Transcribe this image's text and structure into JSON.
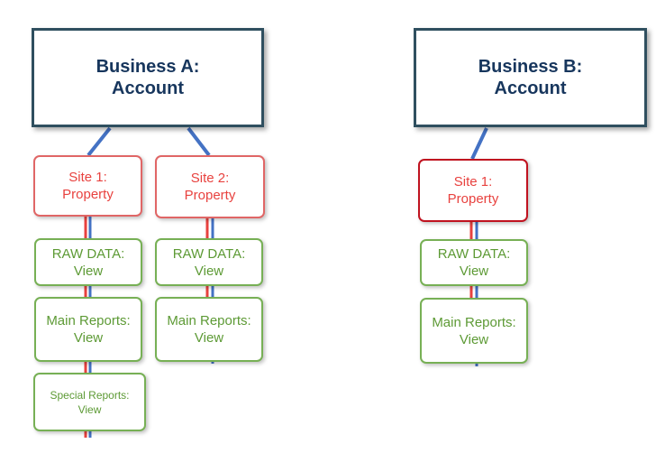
{
  "business_a": {
    "account": {
      "line1": "Business A:",
      "line2": "Account"
    },
    "site1": {
      "property": {
        "line1": "Site 1:",
        "line2": "Property"
      },
      "raw_data": {
        "line1": "RAW DATA:",
        "line2": "View"
      },
      "main_reports": {
        "line1": "Main Reports:",
        "line2": "View"
      },
      "special_reports": {
        "line1": "Special Reports:",
        "line2": "View"
      }
    },
    "site2": {
      "property": {
        "line1": "Site 2:",
        "line2": "Property"
      },
      "raw_data": {
        "line1": "RAW DATA:",
        "line2": "View"
      },
      "main_reports": {
        "line1": "Main Reports:",
        "line2": "View"
      }
    }
  },
  "business_b": {
    "account": {
      "line1": "Business B:",
      "line2": "Account"
    },
    "site1": {
      "property": {
        "line1": "Site 1:",
        "line2": "Property"
      },
      "raw_data": {
        "line1": "RAW DATA:",
        "line2": "View"
      },
      "main_reports": {
        "line1": "Main Reports:",
        "line2": "View"
      }
    }
  },
  "colors": {
    "account_border": "#2f4f5f",
    "account_text": "#17365d",
    "property_border": "#e06666",
    "property_text": "#e8423f",
    "view_border": "#77b055",
    "view_text": "#5d9a35",
    "connector_blue": "#4472c4",
    "connector_red": "#e8423f"
  }
}
